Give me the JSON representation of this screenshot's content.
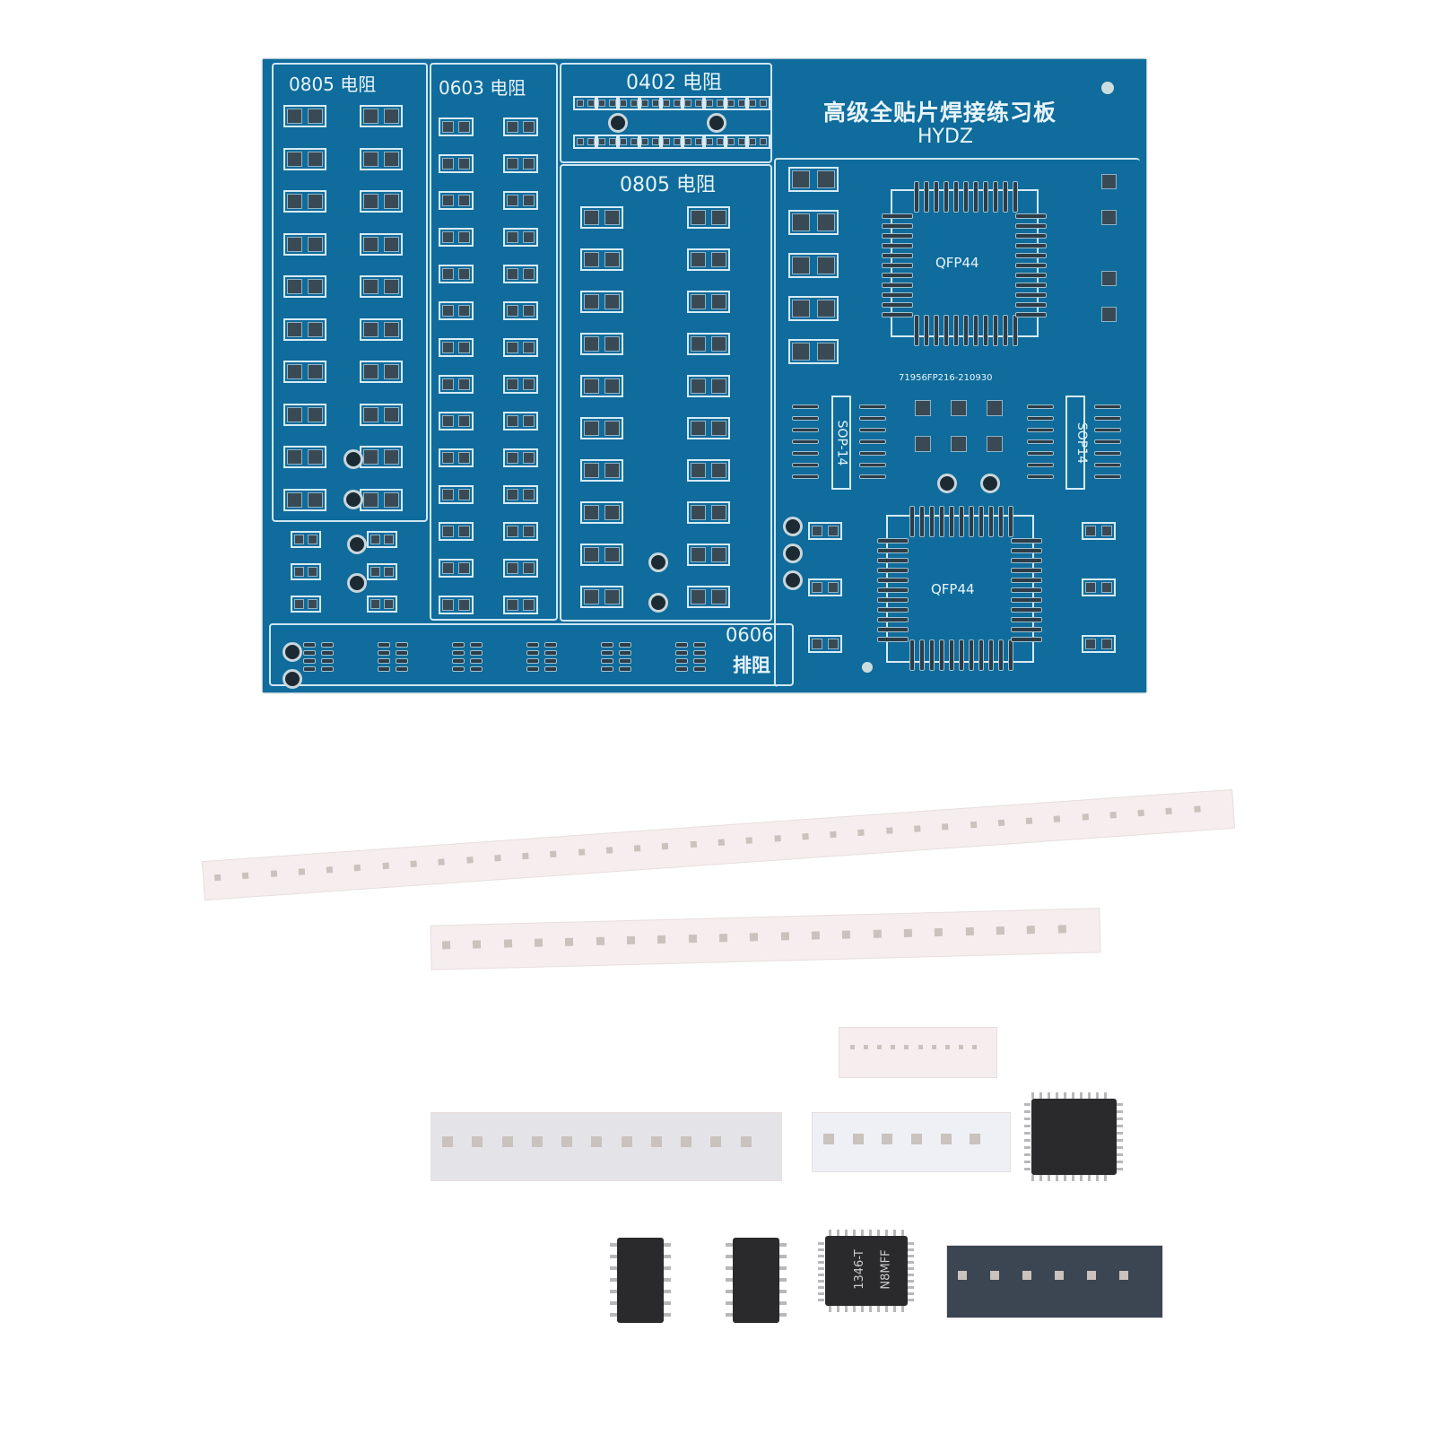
{
  "board": {
    "color": "#0f6c9c",
    "title_cn": "高级全贴片焊接练习板",
    "title_en": "HYDZ",
    "serial": "71956FP216-210930",
    "sections": {
      "r0805_left": "0805  电阻",
      "r0603": "0603 电阻",
      "r0402": "0402  电阻",
      "r0805_mid": "0805  电阻",
      "array_size": "0606",
      "array_name": "排阻",
      "qfp_top": "QFP44",
      "qfp_bottom": "QFP44",
      "sop_left": "SOP-14",
      "sop_right": "SOP14"
    }
  },
  "components": {
    "chip_marking_1": "1346-T",
    "chip_marking_2": "N8MFF"
  }
}
